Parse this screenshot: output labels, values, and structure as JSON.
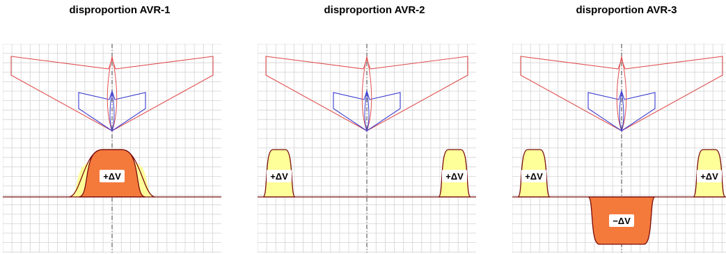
{
  "diagrams": [
    {
      "title": "disproportion AVR-1",
      "bumps": [
        {
          "kind": "central",
          "label": "+ΔV"
        }
      ]
    },
    {
      "title": "disproportion AVR-2",
      "bumps": [
        {
          "kind": "left",
          "label": "+ΔV"
        },
        {
          "kind": "right",
          "label": "+ΔV"
        }
      ]
    },
    {
      "title": "disproportion AVR-3",
      "bumps": [
        {
          "kind": "left",
          "label": "+ΔV"
        },
        {
          "kind": "right",
          "label": "+ΔV"
        },
        {
          "kind": "center-neg",
          "label": "−ΔV"
        }
      ]
    }
  ],
  "colors": {
    "grid": "#d3d3d3",
    "wing_outline": "#e05050",
    "tail_outline": "#3a3ad0",
    "curve": "#7a0a0a",
    "fill_yellow": "#ffff99",
    "fill_orange": "#f47a3c",
    "axis": "#333333",
    "label_box": "#ffffff"
  }
}
